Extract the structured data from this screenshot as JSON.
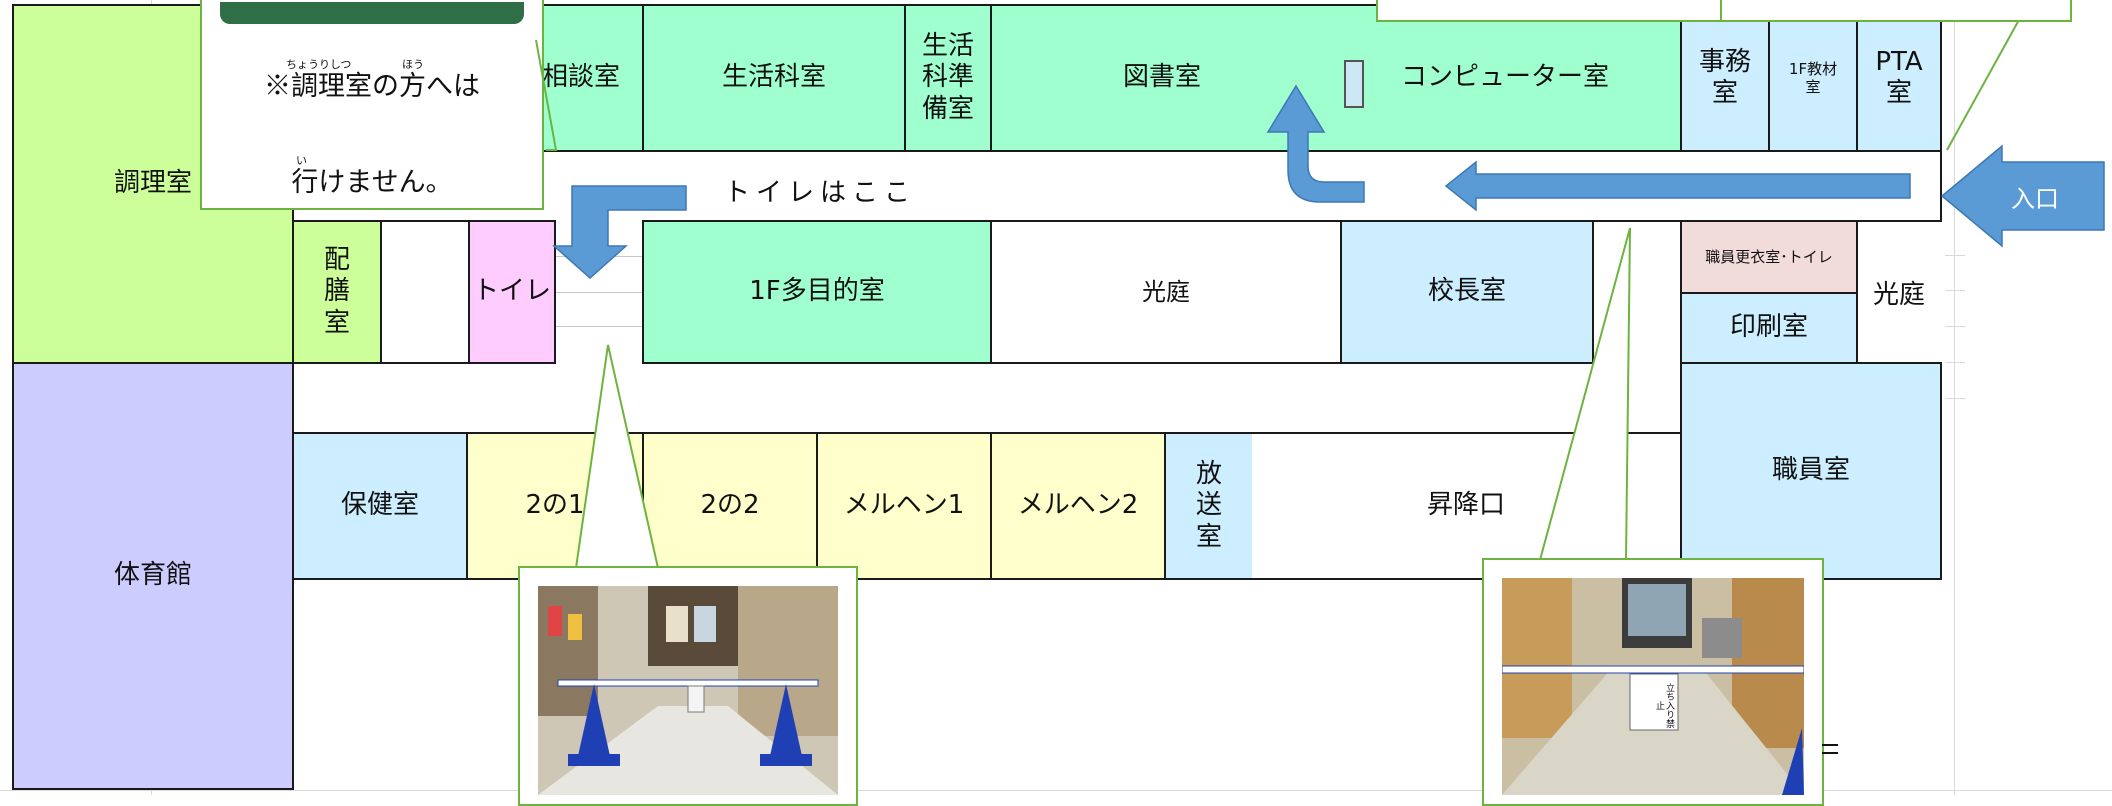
{
  "colors": {
    "green": "#a0ffce",
    "lime": "#ccff99",
    "lavender": "#ccccff",
    "light_blue": "#cceeff",
    "light_yellow": "#ffffcc",
    "pink": "#ffccff",
    "rose": "#f2dcdb",
    "arrow_blue": "#5b9bd5",
    "callout_green": "#6db33f"
  },
  "rooms": {
    "cooking_room": "調理室",
    "gymnasium": "体育館",
    "consultation_room": "相談室",
    "living_science_room": "生活科室",
    "living_prep_room": "生活\n科準\n備室",
    "library": "図書室",
    "computer_room": "コンピューター室",
    "office": "事務\n室",
    "materials_room": "1F教材\n室",
    "pta_room": "PTA\n室",
    "serving_room": "配\n膳\n室",
    "toilet": "トイレ",
    "multipurpose_room": "1F多目的室",
    "courtyard": "光庭",
    "principal_room": "校長室",
    "staff_changing_toilet": "職員更衣室･トイレ",
    "print_room": "印刷室",
    "courtyard_right": "光庭",
    "staff_room": "職員室",
    "health_room": "保健室",
    "class_2_1": "2の1",
    "class_2_2": "2の2",
    "marchen_1": "メルヘン1",
    "marchen_2": "メルヘン2",
    "broadcast_room": "放\n送\n室",
    "entrance_area": "昇降口"
  },
  "labels": {
    "toilet_here": "トイレはここ",
    "entrance": "入口"
  },
  "callouts": {
    "cooking_note_line1": "※調理室の方へは",
    "cooking_note_line2": "行けません。",
    "ruby_chouri": "ちょうりしつ",
    "ruby_hou": "ほう",
    "ruby_i": "い",
    "photo_sign_text": "立ち入り禁止"
  }
}
